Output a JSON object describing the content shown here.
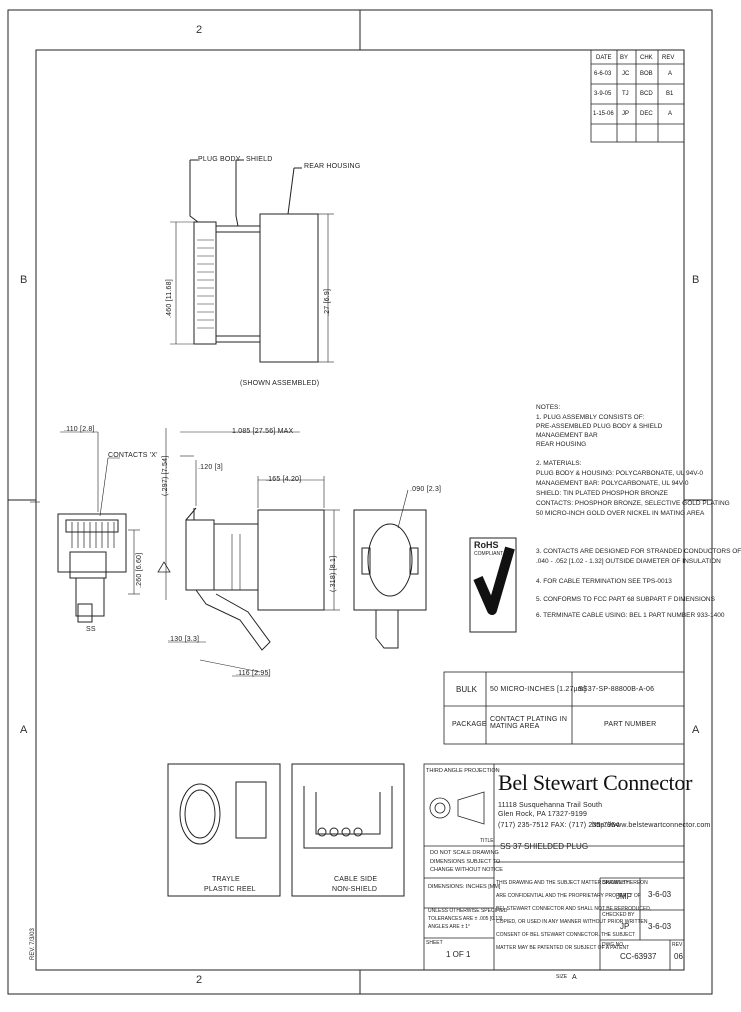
{
  "zones": {
    "top": "2",
    "bottom": "2",
    "left_b": "B",
    "right_b": "B",
    "left_a": "A",
    "right_a": "A"
  },
  "revision_table": {
    "headers": [
      "DATE",
      "BY",
      "CHK",
      "REV"
    ],
    "rows": [
      [
        "6-6-03",
        "JC",
        "BOB",
        "A"
      ],
      [
        "3-9-05",
        "TJ",
        "BCD",
        "B1"
      ],
      [
        "1-15-06",
        "JP",
        "DEC",
        "A"
      ]
    ]
  },
  "views": {
    "top_callouts": [
      "PLUG BODY",
      "SHIELD",
      "REAR HOUSING"
    ],
    "top_left_dim": ".460 [11.68]",
    "top_right_dim": ".27 [6.9]",
    "top_view_label": "(SHOWN ASSEMBLED)",
    "front_dim_top": ".110 [2.8]",
    "front_callout": "CONTACTS 'X'",
    "front_dim_right": ".260 [6.60]",
    "front_dim_ss": "SS",
    "side_dim_top_left": "(.297) [7.54]",
    "side_dim_overall": "1.085 [27.56] MAX",
    "side_dim_small": ".120 [3]",
    "side_dim_mid": ".165 [4.20]",
    "side_dim_height": "(.318) [8.1]",
    "side_dim_bottom": ".130 [3.3]",
    "side_dim_lower": ".116 [2.95]",
    "end_callout": ".090 [2.3]",
    "package_left_label": "TRAYLE",
    "package_left_sub": "PLASTIC REEL",
    "package_right_label": "CABLE SIDE",
    "package_right_sub": "NON-SHIELD"
  },
  "notes": {
    "title": "NOTES:",
    "items": [
      "1. PLUG ASSEMBLY CONSISTS OF:",
      "   PRE-ASSEMBLED PLUG BODY & SHIELD",
      "   MANAGEMENT BAR",
      "   REAR HOUSING",
      "2. MATERIALS:",
      "   PLUG BODY & HOUSING: POLYCARBONATE, UL 94V-0",
      "   MANAGEMENT BAR: POLYCARBONATE, UL 94V-0",
      "   SHIELD: TIN PLATED PHOSPHOR BRONZE",
      "   CONTACTS: PHOSPHOR BRONZE, SELECTIVE GOLD PLATING",
      "   50 MICRO-INCH GOLD OVER NICKEL IN MATING AREA",
      "3. CONTACTS ARE DESIGNED FOR STRANDED CONDUCTORS OF",
      "   .040 - .052 [1.02 - 1.32] OUTSIDE DIAMETER OF INSULATION",
      "4. FOR CABLE TERMINATION SEE TPS-0013",
      "5. CONFORMS TO FCC PART 68 SUBPART F DIMENSIONS",
      "6. TERMINATE CABLE USING: BEL 1 PART NUMBER 933-1400"
    ],
    "rohs_line1": "RoHS",
    "rohs_line2": "COMPLIANT"
  },
  "part_table": {
    "row1_left": "BULK",
    "row1_mid": "50 MICRO-INCHES [1.27µm]",
    "row1_right": "SS37-SP-88800B-A-06",
    "row2_left": "PACKAGE",
    "row2_mid": "CONTACT PLATING IN MATING AREA",
    "row2_right": "PART NUMBER"
  },
  "title_block": {
    "third_angle": "THIRD ANGLE PROJECTION",
    "company": "Bel Stewart Connector",
    "address1": "11118 Susquehanna Trail South",
    "address2": "Glen Rock, PA 17327-9199",
    "address3": "(717) 235-7512   FAX: (717) 235-7954",
    "website": "http://www.belstewartconnector.com",
    "title_label": "TITLE",
    "title": "SS 37 SHIELDED PLUG",
    "scale_note": "DO NOT SCALE DRAWING",
    "dim_note1": "DIMENSIONS SUBJECT TO",
    "dim_note2": "CHANGE WITHOUT NOTICE",
    "units": "DIMENSIONS: INCHES [MM]",
    "tol1": "UNLESS OTHERWISE SPECIFIED",
    "tol2": "TOLERANCES ARE ± .005 [0.13]",
    "tol3": "ANGLES ARE ± 1°",
    "prop1": "THIS DRAWING AND THE SUBJECT MATTER SHOWN THEREON",
    "prop2": "ARE CONFIDENTIAL AND THE PROPRIETARY PROPERTY OF",
    "prop3": "BEL STEWART CONNECTOR AND SHALL NOT BE REPRODUCED,",
    "prop4": "COPIED, OR USED IN ANY MANNER WITHOUT PRIOR WRITTEN",
    "prop5": "CONSENT OF BEL STEWART CONNECTOR. THE SUBJECT",
    "prop6": "MATTER MAY BE PATENTED OR SUBJECT OF A PATENT",
    "drawn_label": "DRAWN BY",
    "drawn_by": "JMF",
    "drawn_date": "3-6-03",
    "checked_label": "CHECKED BY",
    "checked_by": "JP",
    "checked_date": "3-6-03",
    "sheet_label": "SHEET",
    "sheet": "1 OF 1",
    "drawing_label": "DWG NO.",
    "drawing_no": "CC-63937",
    "rev_label": "REV",
    "rev": "06",
    "size_label": "SIZE",
    "size": "A"
  },
  "margin_stamp": "REV. 7/3/03",
  "colors": {
    "line": "#222222",
    "paper": "#ffffff"
  }
}
